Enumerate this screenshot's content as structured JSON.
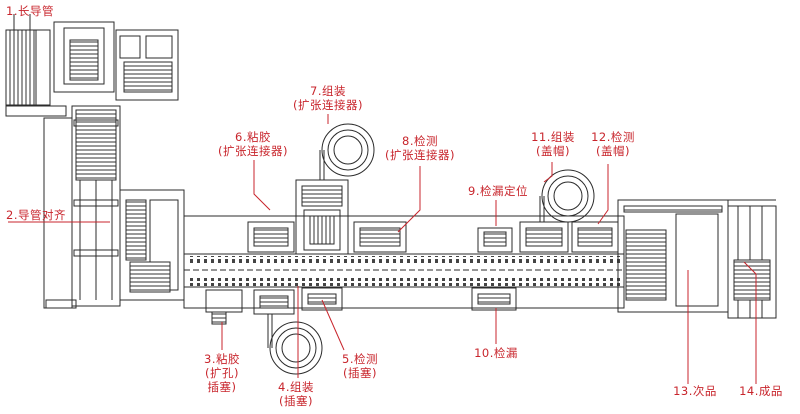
{
  "colors": {
    "label": "#c8252c",
    "drawing": "#2b2b2b",
    "leader": "#c8252c"
  },
  "labels": [
    {
      "id": "s1",
      "lines": [
        "1.长导管"
      ]
    },
    {
      "id": "s2",
      "lines": [
        "2.导管对齐"
      ]
    },
    {
      "id": "s3",
      "lines": [
        "3.粘胶",
        "(扩孔)",
        "插塞)"
      ]
    },
    {
      "id": "s4",
      "lines": [
        "4.组装",
        "(插塞)"
      ]
    },
    {
      "id": "s5",
      "lines": [
        "5.检测",
        "(插塞)"
      ]
    },
    {
      "id": "s6",
      "lines": [
        "6.粘胶",
        "(扩张连接器)"
      ]
    },
    {
      "id": "s7",
      "lines": [
        "7.组装",
        "(扩张连接器)"
      ]
    },
    {
      "id": "s8",
      "lines": [
        "8.检测",
        "(扩张连接器)"
      ]
    },
    {
      "id": "s9",
      "lines": [
        "9.检漏定位"
      ]
    },
    {
      "id": "s10",
      "lines": [
        "10.检漏"
      ]
    },
    {
      "id": "s11",
      "lines": [
        "11.组装",
        "(盖帽)"
      ]
    },
    {
      "id": "s12",
      "lines": [
        "12.检测",
        "(盖帽)"
      ]
    },
    {
      "id": "s13",
      "lines": [
        "13.次品"
      ]
    },
    {
      "id": "s14",
      "lines": [
        "14.成品"
      ]
    }
  ]
}
